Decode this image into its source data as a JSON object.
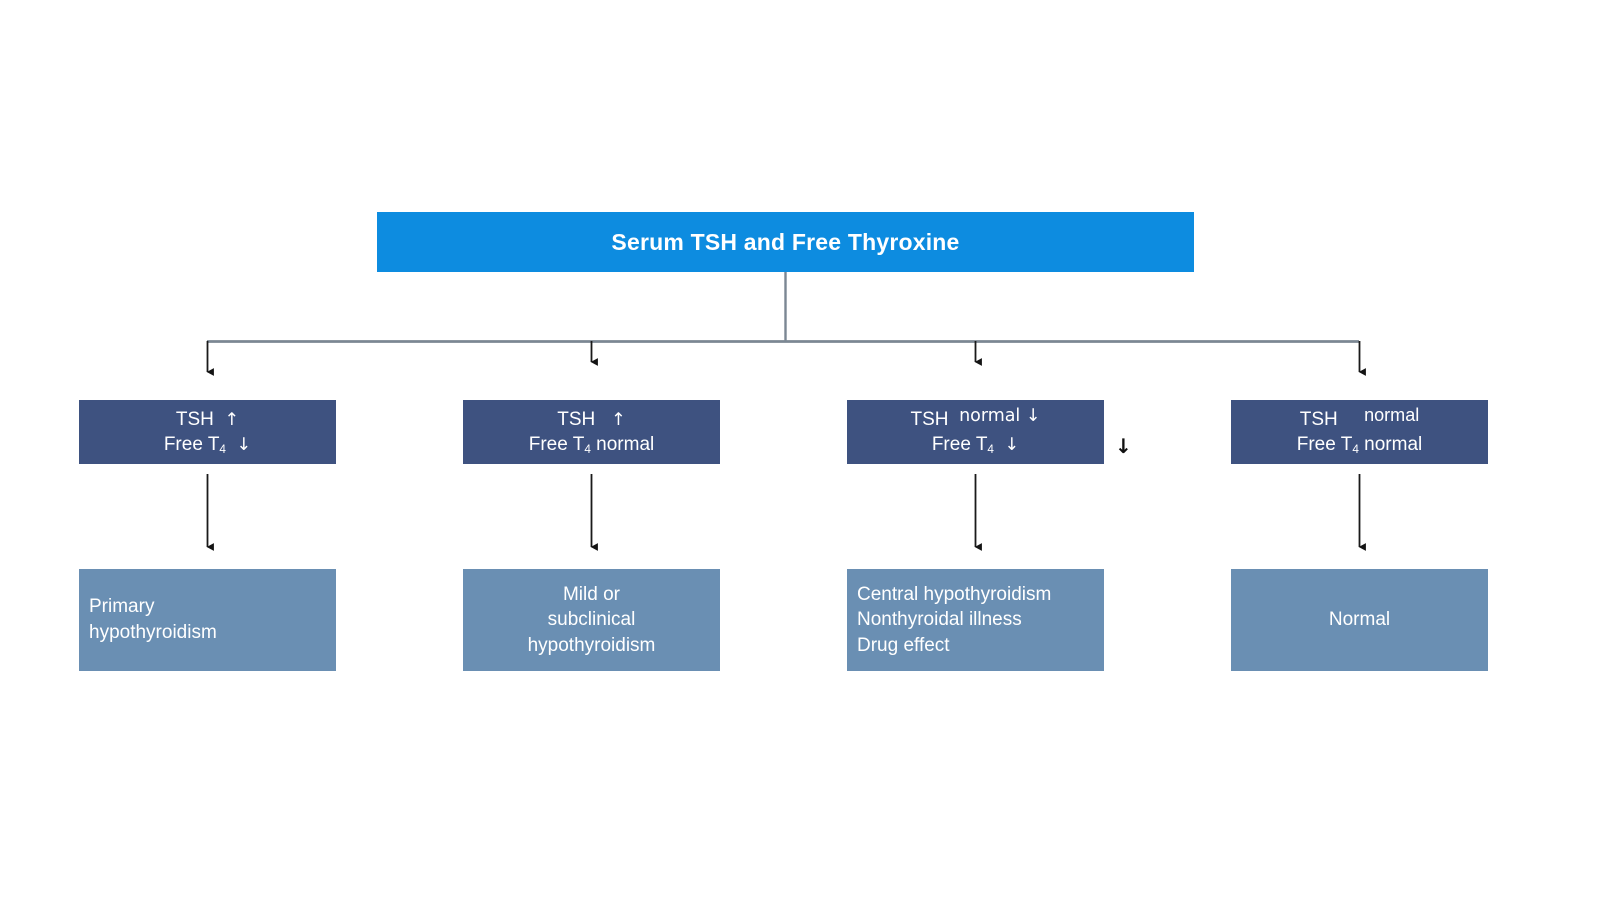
{
  "diagram": {
    "title_box": {
      "label": "Serum TSH and Free Thyroxine",
      "color": "#0d8ce0"
    },
    "colors": {
      "title": "#0d8ce0",
      "decision": "#3e5280",
      "outcome": "#6a8fb3",
      "connector_bus": "#7b8793",
      "connector_line": "#1a1a1a",
      "text": "#ffffff",
      "background": "#ffffff"
    },
    "branches": [
      {
        "id": "branch-1",
        "decision": {
          "tsh_label": "TSH",
          "tsh_value": "↑",
          "ft4_label": "Free T",
          "ft4_sub": "4",
          "ft4_value": "↓"
        },
        "outcome": {
          "lines": [
            "Primary",
            "hypothyroidism"
          ],
          "align": "left"
        }
      },
      {
        "id": "branch-2",
        "decision": {
          "tsh_label": "TSH",
          "tsh_value": "↑",
          "ft4_label": "Free T",
          "ft4_sub": "4",
          "ft4_value": "normal"
        },
        "outcome": {
          "lines": [
            "Mild or",
            "subclinical",
            "hypothyroidism"
          ],
          "align": "center"
        }
      },
      {
        "id": "branch-3",
        "decision": {
          "tsh_label": "TSH",
          "tsh_value": "normal ↓",
          "ft4_label": "Free T",
          "ft4_sub": "4",
          "ft4_value": "↓"
        },
        "outcome": {
          "lines": [
            "Central hypothyroidism",
            "Nonthyroidal illness",
            "Drug effect"
          ],
          "align": "left"
        }
      },
      {
        "id": "branch-4",
        "decision": {
          "tsh_label": "TSH",
          "tsh_value": "normal",
          "ft4_label": "Free T",
          "ft4_sub": "4",
          "ft4_value": "normal"
        },
        "outcome": {
          "lines": [
            "Normal"
          ],
          "align": "center"
        }
      }
    ],
    "stray_marker": {
      "glyph": "↓"
    }
  }
}
